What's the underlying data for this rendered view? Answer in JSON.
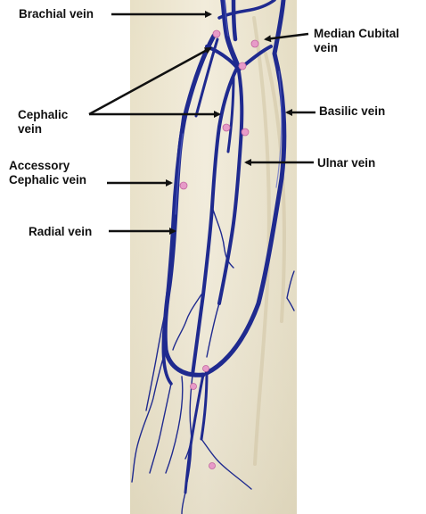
{
  "labels": {
    "brachial_vein": "Brachial vein",
    "median_cubital_vein": "Median Cubital\nvein",
    "cephalic_vein": "Cephalic\nvein",
    "basilic_vein": "Basilic vein",
    "accessory_cephalic_vein": "Accessory\nCephalic vein",
    "ulnar_vein": "Ulnar vein",
    "radial_vein": "Radial vein"
  },
  "colors": {
    "photo_background": "#ece5cf",
    "vein": "#1f2a8f",
    "vein_highlight": "#5a66c9",
    "pin_marker": "#e79bc8",
    "arrow": "#111111",
    "label_text": "#111111"
  }
}
